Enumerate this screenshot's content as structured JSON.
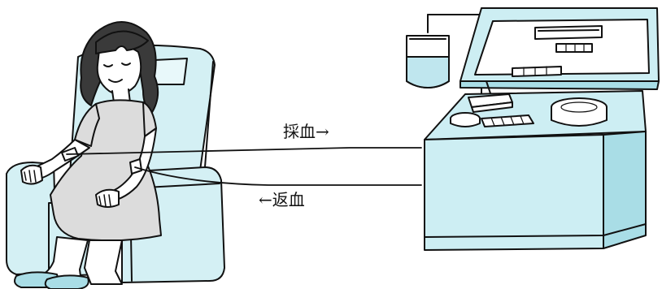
{
  "labels": {
    "blood_collection": "採血→",
    "blood_return": "←返血"
  },
  "colors": {
    "outline": "#111111",
    "machine_fill": "#cdeef3",
    "machine_fill_dark": "#a9dde6",
    "chair_fill": "#d4f0f4",
    "dress_fill": "#dcdcdc",
    "hair_fill": "#3a3a3a",
    "skin_fill": "#ffffff",
    "liquid_fill": "#bfe6ee"
  },
  "icons": {
    "figure": "patient-in-chair",
    "device": "apheresis-machine"
  }
}
